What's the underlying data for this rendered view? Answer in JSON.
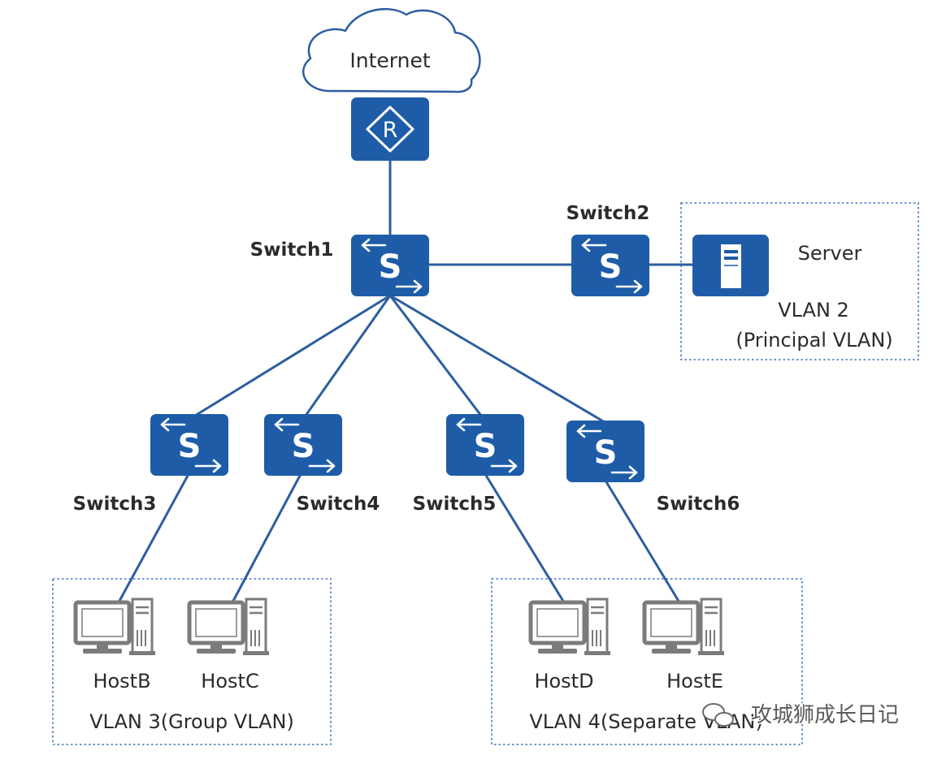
{
  "cloud": {
    "label": "Internet",
    "icon": "cloud-icon"
  },
  "router": {
    "glyph": "R",
    "icon": "router-icon"
  },
  "switches": {
    "glyph": "S",
    "icon": "switch-icon",
    "switch1": "Switch1",
    "switch2": "Switch2",
    "switch3": "Switch3",
    "switch4": "Switch4",
    "switch5": "Switch5",
    "switch6": "Switch6"
  },
  "server": {
    "label": "Server",
    "icon": "server-icon"
  },
  "hosts": {
    "icon": "pc-icon",
    "hostB": "HostB",
    "hostC": "HostC",
    "hostD": "HostD",
    "hostE": "HostE"
  },
  "vlan2": {
    "name": "VLAN 2",
    "role": "(Principal VLAN)"
  },
  "vlan3": {
    "label": "VLAN 3(Group VLAN)"
  },
  "vlan4": {
    "label": "VLAN 4(Separate VLAN)"
  },
  "watermark": "攻城狮成长日记",
  "colors": {
    "device": "#1e5ca8",
    "link": "#2d5e9e",
    "host": "#7b7b7b",
    "vlan_border": "#3f74bd"
  }
}
